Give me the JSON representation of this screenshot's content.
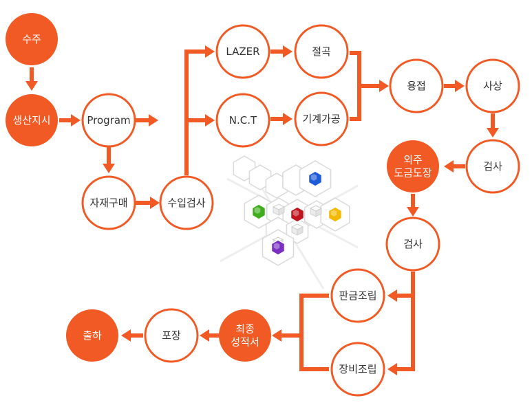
{
  "colors": {
    "accent": "#f15a24",
    "ring": "#f15a24",
    "text_dark": "#333333",
    "text_light": "#ffffff",
    "hex_outline": "#d9d9d9"
  },
  "nodes": {
    "suju": {
      "label": "수주",
      "filled": true
    },
    "saengsan": {
      "label": "생산지시",
      "filled": true
    },
    "program": {
      "label": "Program",
      "filled": false
    },
    "jajae": {
      "label": "자재구매",
      "filled": false
    },
    "suip": {
      "label": "수입검사",
      "filled": false
    },
    "lazer": {
      "label": "LAZER",
      "filled": false
    },
    "nct": {
      "label": "N.C.T",
      "filled": false
    },
    "jeolgok": {
      "label": "절곡",
      "filled": false
    },
    "gigye": {
      "label": "기계가공",
      "filled": false
    },
    "yongjeop": {
      "label": "용접",
      "filled": false
    },
    "sasang": {
      "label": "사상",
      "filled": false
    },
    "geomsa1": {
      "label": "검사",
      "filled": false
    },
    "oeju": {
      "label": "외주\n도금도장",
      "filled": true
    },
    "geomsa2": {
      "label": "검사",
      "filled": false
    },
    "pangeum": {
      "label": "판금조립",
      "filled": false
    },
    "jangbi": {
      "label": "장비조립",
      "filled": false
    },
    "choejong": {
      "label": "최종\n성적서",
      "filled": true
    },
    "pojang": {
      "label": "포장",
      "filled": false
    },
    "chulha": {
      "label": "출하",
      "filled": true
    }
  },
  "decoration": {
    "gems": [
      {
        "color": "#1e5bd8",
        "name": "blue-gem"
      },
      {
        "color": "#3fae1c",
        "name": "green-gem"
      },
      {
        "color": "#c0141e",
        "name": "red-gem"
      },
      {
        "color": "#f5b800",
        "name": "yellow-gem"
      },
      {
        "color": "#7a2fc0",
        "name": "purple-gem"
      }
    ]
  }
}
